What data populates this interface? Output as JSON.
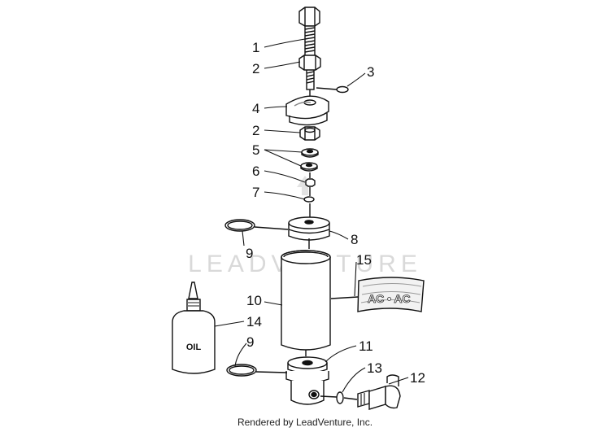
{
  "diagram": {
    "watermark_text": "LEADVENTURE",
    "credit": "Rendered by LeadVenture, Inc.",
    "oil_label": "OIL",
    "callouts": {
      "c1": "1",
      "c2a": "2",
      "c3": "3",
      "c4": "4",
      "c2b": "2",
      "c5": "5",
      "c6": "6",
      "c7": "7",
      "c8": "8",
      "c9a": "9",
      "c15": "15",
      "c10": "10",
      "c14": "14",
      "c9b": "9",
      "c11": "11",
      "c13": "13",
      "c12": "12"
    }
  }
}
